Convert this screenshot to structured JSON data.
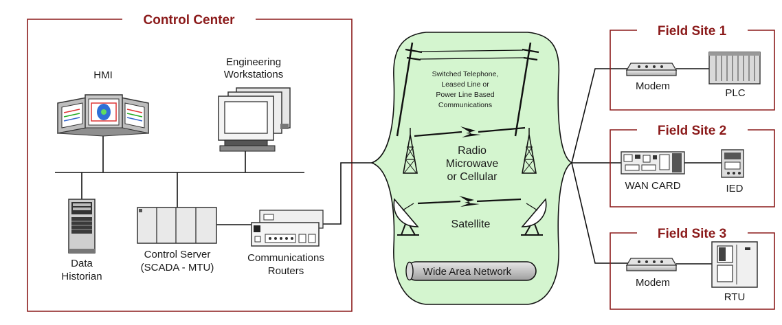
{
  "control_center": {
    "title": "Control Center",
    "hmi_label": "HMI",
    "eng_label_1": "Engineering",
    "eng_label_2": "Workstations",
    "historian_label_1": "Data",
    "historian_label_2": "Historian",
    "server_label_1": "Control Server",
    "server_label_2": "(SCADA - MTU)",
    "router_label_1": "Communications",
    "router_label_2": "Routers"
  },
  "wan": {
    "telephone_label": [
      "Switched Telephone,",
      "Leased Line or",
      "Power Line Based",
      "Communications"
    ],
    "radio_label": [
      "Radio",
      "Microwave",
      "or Cellular"
    ],
    "satellite_label": "Satellite",
    "network_label": "Wide Area Network",
    "cloud_color": "#d4f5cf"
  },
  "field_sites": [
    {
      "title": "Field Site 1",
      "device_a": "Modem",
      "device_b": "PLC"
    },
    {
      "title": "Field Site 2",
      "device_a": "WAN CARD",
      "device_b": "IED"
    },
    {
      "title": "Field Site 3",
      "device_a": "Modem",
      "device_b": "RTU"
    }
  ],
  "colors": {
    "frame": "#8b1a1a",
    "cloud": "#d4f5cf",
    "hmi_screen": "#2f6fd6"
  }
}
